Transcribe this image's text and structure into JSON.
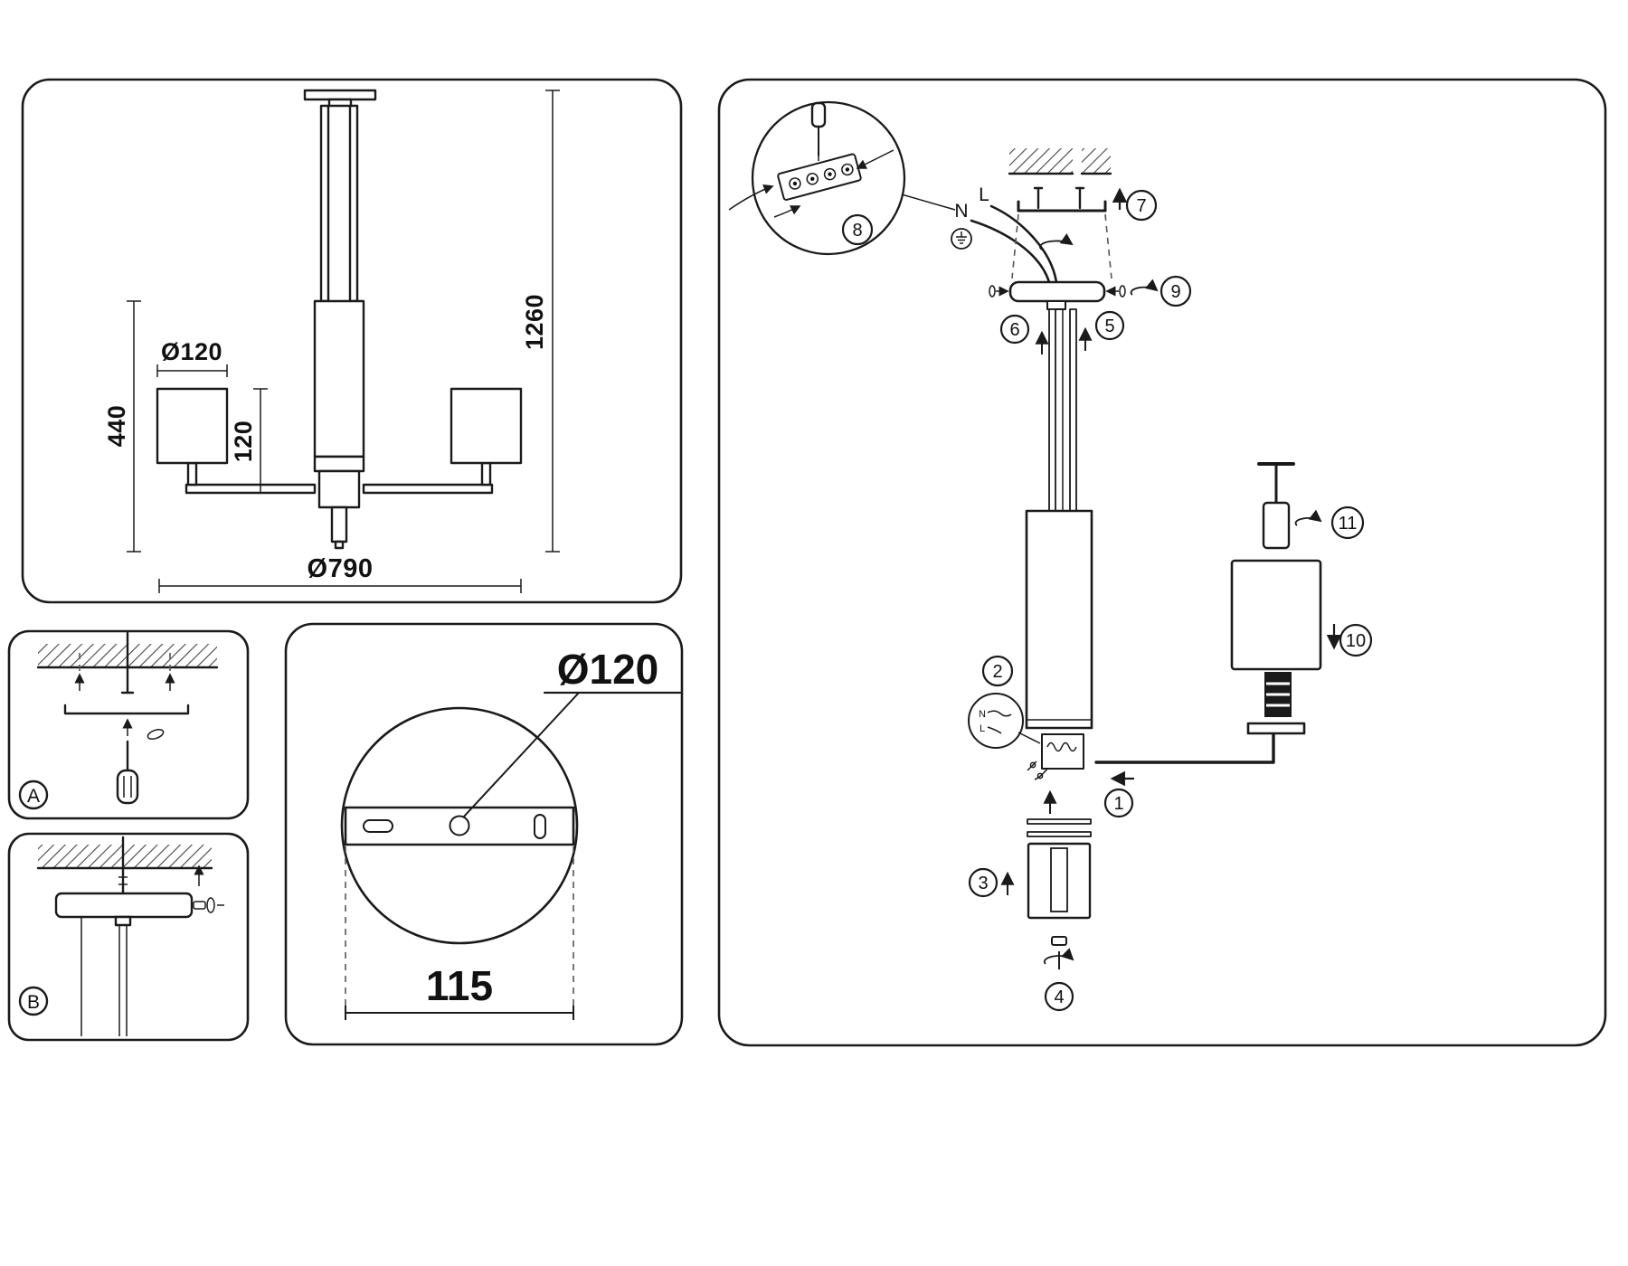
{
  "dim_panel": {
    "shade_diameter": "Ø120",
    "fixture_drop": "440",
    "shade_height": "120",
    "overall_height": "1260",
    "overall_diameter": "Ø790"
  },
  "step_a": {
    "label": "A"
  },
  "step_b": {
    "label": "B"
  },
  "plate_panel": {
    "plate_diameter": "Ø120",
    "mount_spacing": "115"
  },
  "assembly": {
    "wire_n": "N",
    "wire_l": "L",
    "detail_n": "N",
    "detail_l": "L",
    "steps": {
      "1": "1",
      "2": "2",
      "3": "3",
      "4": "4",
      "5": "5",
      "6": "6",
      "7": "7",
      "8": "8",
      "9": "9",
      "10": "10",
      "11": "11"
    }
  }
}
